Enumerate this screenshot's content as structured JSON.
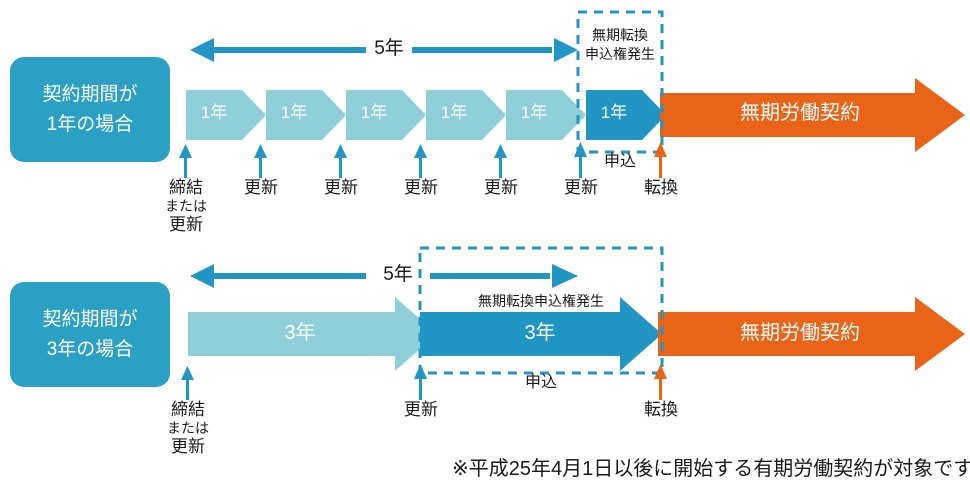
{
  "meta": {
    "title": "無期労働契約への転換（無期転換ルール）図解",
    "colors": {
      "brand_teal": "#2AA0C4",
      "light_blue": "#8ECFDA",
      "dark_blue": "#2196C4",
      "orange": "#EA6418",
      "text": "#1a1a1a",
      "white": "#ffffff"
    }
  },
  "footnote": {
    "text": "※平成25年4月1日以後に開始する有期労働契約が対象です"
  },
  "rows": [
    {
      "id": "row-1year",
      "box_label_line1": "契約期間が",
      "box_label_line2": "1年の場合",
      "span_label": "5年",
      "dashed_note_line1": "無期転換",
      "dashed_note_line2": "申込権発生",
      "term_arrows": [
        {
          "label": "1年",
          "tone": "light"
        },
        {
          "label": "1年",
          "tone": "light"
        },
        {
          "label": "1年",
          "tone": "light"
        },
        {
          "label": "1年",
          "tone": "light"
        },
        {
          "label": "1年",
          "tone": "light"
        },
        {
          "label": "1年",
          "tone": "dark"
        }
      ],
      "permanent_label": "無期労働契約",
      "apply_label": "申込",
      "convert_label": "転換",
      "ticks": [
        {
          "lines": [
            "締結",
            "または",
            "更新"
          ],
          "color": "blue"
        },
        {
          "lines": [
            "更新"
          ],
          "color": "blue"
        },
        {
          "lines": [
            "更新"
          ],
          "color": "blue"
        },
        {
          "lines": [
            "更新"
          ],
          "color": "blue"
        },
        {
          "lines": [
            "更新"
          ],
          "color": "blue"
        },
        {
          "lines": [
            "更新"
          ],
          "color": "blue"
        },
        {
          "lines": [
            "転換"
          ],
          "color": "orange"
        }
      ]
    },
    {
      "id": "row-3year",
      "box_label_line1": "契約期間が",
      "box_label_line2": "3年の場合",
      "span_label": "5年",
      "dashed_note": "無期転換申込権発生",
      "term_arrows": [
        {
          "label": "3年",
          "tone": "light"
        },
        {
          "label": "3年",
          "tone": "dark"
        }
      ],
      "permanent_label": "無期労働契約",
      "apply_label": "申込",
      "convert_label": "転換",
      "ticks": [
        {
          "lines": [
            "締結",
            "または",
            "更新"
          ],
          "color": "blue"
        },
        {
          "lines": [
            "更新"
          ],
          "color": "blue"
        },
        {
          "lines": [
            "転換"
          ],
          "color": "orange"
        }
      ]
    }
  ]
}
